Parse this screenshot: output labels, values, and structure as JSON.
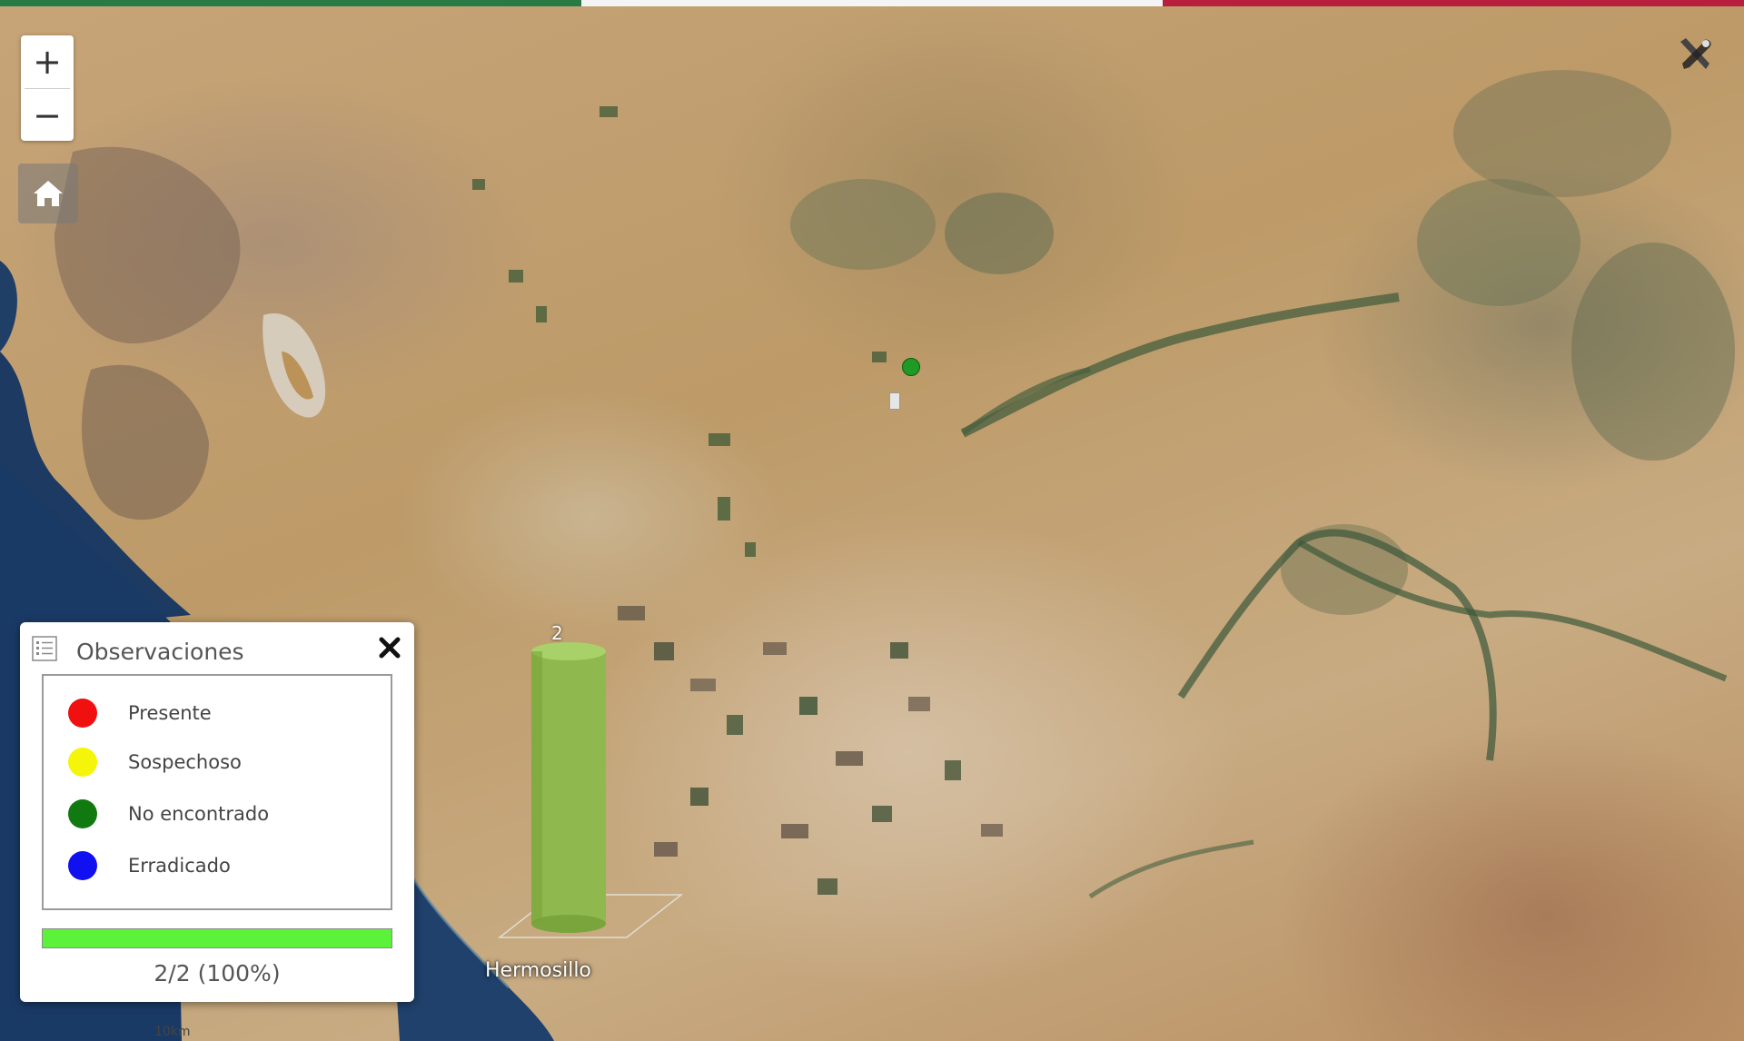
{
  "map": {
    "zoom_in_label": "+",
    "zoom_out_label": "−",
    "city_label": "Hermosillo",
    "scale_label": "10km",
    "cylinder_count": "2",
    "flag_colors": [
      "#2a7a45",
      "#f4f4f4",
      "#b81e3e"
    ],
    "observation_dot_color": "#1f9a25",
    "cylinder_color": "#8fb84e"
  },
  "legend": {
    "title": "Observaciones",
    "items": [
      {
        "label": "Presente",
        "color": "#f01010"
      },
      {
        "label": "Sospechoso",
        "color": "#f5f50a"
      },
      {
        "label": "No encontrado",
        "color": "#107a10"
      },
      {
        "label": "Erradicado",
        "color": "#1010f0"
      }
    ],
    "progress_value": 1.0,
    "progress_color": "#5df23a",
    "progress_text": "2/2  (100%)"
  },
  "icons": {
    "zoom_in": "plus-icon",
    "zoom_out": "minus-icon",
    "home": "home-icon",
    "tools": "tools-icon",
    "legend": "list-icon",
    "close": "close-icon"
  }
}
